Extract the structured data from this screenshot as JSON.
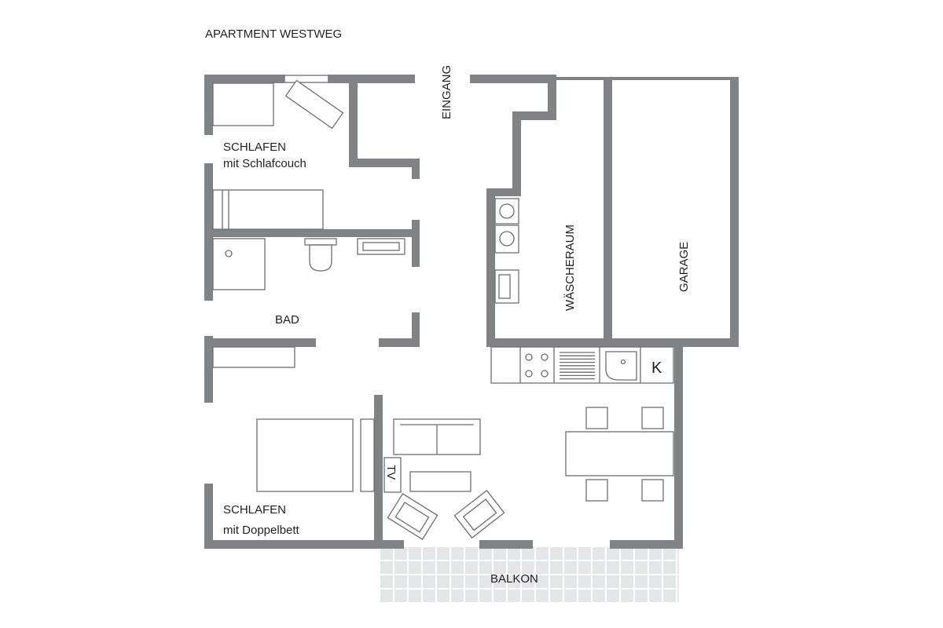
{
  "plan": {
    "title": "APARTMENT WESTWEG",
    "labels": {
      "entrance": "EINGANG",
      "bedroom_sofa": "SCHLAFEN",
      "bedroom_sofa_sub": "mit Schlafcouch",
      "bathroom": "BAD",
      "laundry": "WÄSCHERAUM",
      "garage": "GARAGE",
      "kitchen_fridge": "K",
      "tv": "TV",
      "bedroom_double": "SCHLAFEN",
      "bedroom_double_sub": "mit Doppelbett",
      "balcony": "BALKON"
    }
  },
  "colors": {
    "wall": "#808285",
    "furniture_line": "#6d6e71",
    "balcony_tile": "#e4e5e6"
  }
}
